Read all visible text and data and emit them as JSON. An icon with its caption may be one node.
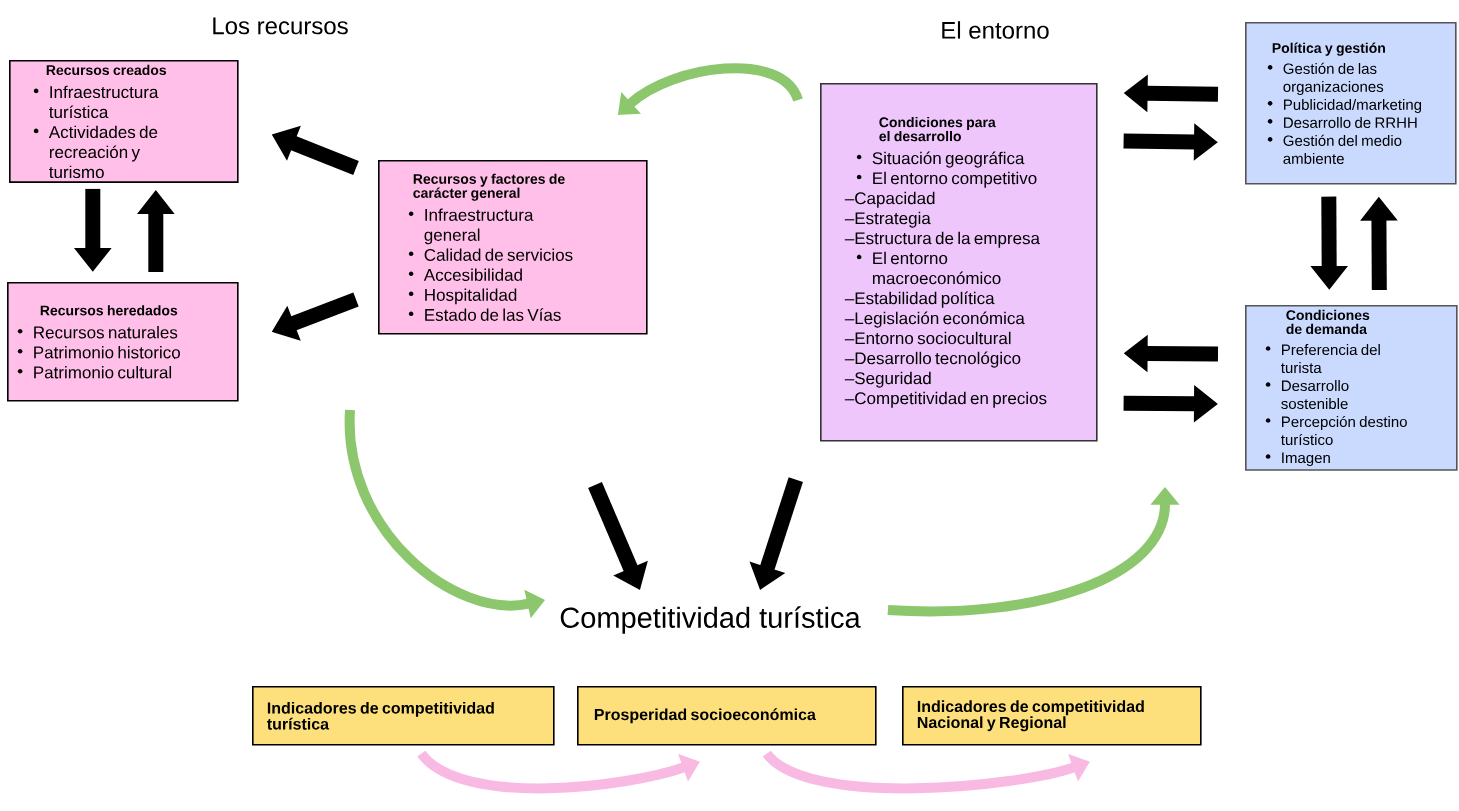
{
  "diagram": {
    "nodes": [
      {
        "text": [
          "Recursos creados",
          "Infraestructura turística",
          "Actividades de recreación y turismo"
        ]
      },
      {
        "text": [
          "Recursos heredados",
          "Recursos naturales",
          "Patrimonio historico",
          "Patrimonio cultural"
        ]
      },
      {
        "text": [
          "Recursos y factores de carácter general",
          "Infraestructura general",
          "Calidad de servicios",
          "Accesibilidad",
          "Hospitalidad",
          "Estado de las Vías"
        ]
      },
      {
        "text": [
          "Condiciones para el desarrollo",
          "Situación geográfica",
          "El entorno competitivo",
          "–Capacidad",
          "–Estrategia",
          "–Estructura de la empresa",
          "El entorno macroeconómico",
          "–Estabilidad política",
          "–Legislación económica",
          "–Entorno sociocultural",
          "–Desarrollo tecnológico",
          "–Seguridad",
          "–Competitividad en precios"
        ]
      },
      {
        "text": [
          "Política y gestión",
          "Gestión de las organizaciones",
          "Publicidad/marketing",
          "Desarrollo de RRHH",
          "Gestión del medio ambiente"
        ]
      },
      {
        "text": [
          "Condiciones de demanda",
          "Preferencia del turista",
          "Desarrollo sostenible",
          "Percepción destino turístico",
          "Imagen"
        ]
      },
      {
        "text": [
          "Competitividad turística"
        ]
      },
      {
        "text": [
          "Indicadores de competitividad turística"
        ]
      },
      {
        "text": [
          "Prosperidad socioeconómica"
        ]
      },
      {
        "text": [
          "Indicadores de competitividad Nacional y Regional"
        ]
      }
    ],
    "edges": [
      {
        "from": 2,
        "to": 0,
        "arrow": "to"
      },
      {
        "from": 2,
        "to": 1,
        "arrow": "to"
      },
      {
        "from": 0,
        "to": 1,
        "arrow": "to"
      },
      {
        "from": 1,
        "to": 0,
        "arrow": "to"
      },
      {
        "from": 4,
        "to": 3,
        "arrow": "to"
      },
      {
        "from": 3,
        "to": 4,
        "arrow": "to"
      },
      {
        "from": 4,
        "to": 5,
        "arrow": "to"
      },
      {
        "from": 5,
        "to": 4,
        "arrow": "to"
      },
      {
        "from": 5,
        "to": 3,
        "arrow": "to"
      },
      {
        "from": 3,
        "to": 5,
        "arrow": "to"
      },
      {
        "from": null,
        "to": 6,
        "arrow": "to"
      },
      {
        "from": 3,
        "to": 6,
        "arrow": "to"
      },
      {
        "from": 3,
        "to": 2,
        "arrow": "to",
        "color": "#8cc66d"
      },
      {
        "from": null,
        "to": 6,
        "arrow": "to",
        "color": "#8cc66d"
      },
      {
        "from": 6,
        "to": 5,
        "arrow": "to",
        "color": "#8cc66d"
      },
      {
        "from": 7,
        "to": 8,
        "arrow": "to",
        "color": "#f8b9e3"
      },
      {
        "from": 8,
        "to": 9,
        "arrow": "to",
        "color": "#f8b9e3"
      }
    ],
    "labels": [
      "Los recursos",
      "El entorno"
    ]
  }
}
